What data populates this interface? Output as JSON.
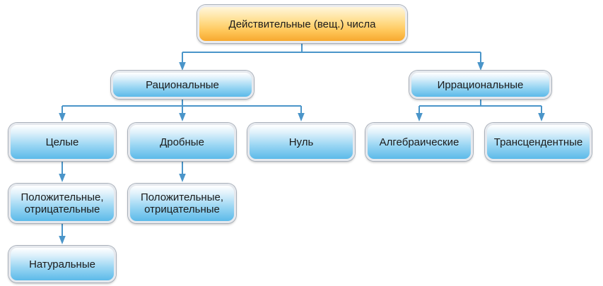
{
  "nodes": {
    "root": "Действительные (вещ.) числа",
    "rational": "Рациональные",
    "irrational": "Иррациональные",
    "integers": "Целые",
    "fractions": "Дробные",
    "zero": "Нуль",
    "algebraic": "Алгебраические",
    "transcendental": "Трансцендентные",
    "int_pos_neg": "Положительные,\nотрицательные",
    "frac_pos_neg": "Положительные,\nотрицательные",
    "natural": "Натуральные"
  },
  "colors": {
    "connector": "#4a95c9",
    "node_blue": "#7cc9ef",
    "node_root": "#ffc75a"
  }
}
